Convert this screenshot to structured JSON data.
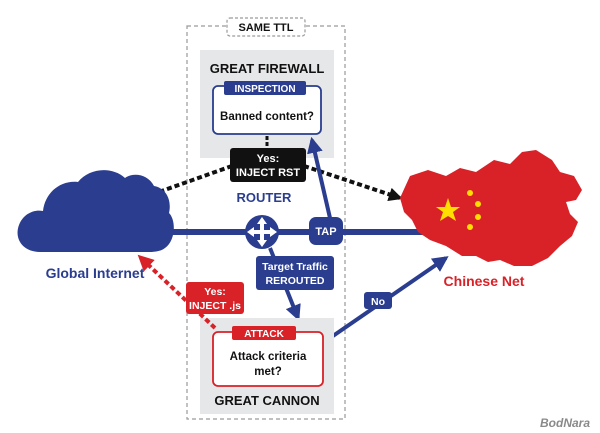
{
  "colors": {
    "navy": "#2a3d8f",
    "red": "#d92128",
    "black": "#111111",
    "gray_panel": "#e6e7e9",
    "dash_border": "#9a9a9a",
    "china_yellow": "#ffde00"
  },
  "same_ttl": "SAME TTL",
  "great_firewall": {
    "title": "GREAT FIREWALL",
    "tag": "INSPECTION",
    "question": "Banned content?"
  },
  "rst_box": {
    "line1": "Yes:",
    "line2": "INJECT RST"
  },
  "router": {
    "label": "ROUTER",
    "icon": "router-arrows-icon"
  },
  "tap": "TAP",
  "target_traffic": {
    "line1": "Target Traffic",
    "line2": "REROUTED"
  },
  "no_label": "No",
  "inject_js": {
    "line1": "Yes:",
    "line2": "INJECT .js"
  },
  "great_cannon": {
    "title": "GREAT CANNON",
    "tag": "ATTACK",
    "question_line1": "Attack criteria",
    "question_line2": "met?"
  },
  "global_internet": {
    "label": "Global Internet",
    "icon": "cloud-icon"
  },
  "chinese_net": {
    "label": "Chinese Net",
    "icon": "china-map-icon"
  },
  "watermark": "BodNara"
}
